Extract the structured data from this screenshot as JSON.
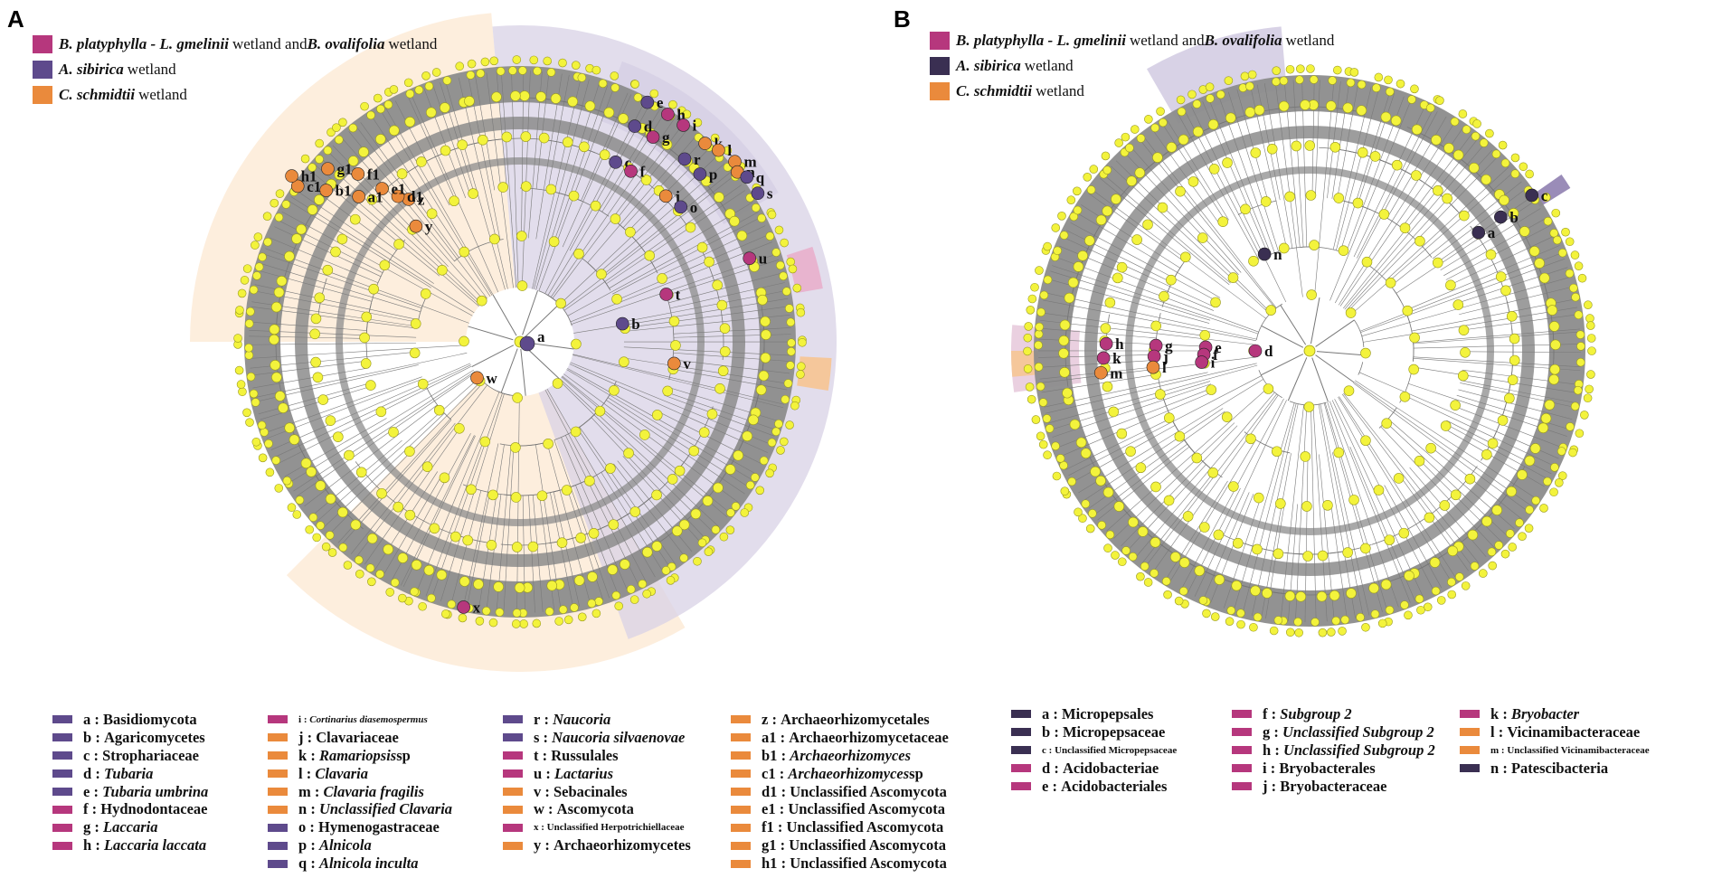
{
  "colors": {
    "magenta": "#b6377d",
    "purple": "#5e4a8c",
    "dark_navy": "#3a2f52",
    "orange": "#ea8a3c",
    "node_yellow": "#f3f33c",
    "branch_grey": "#8c8c8c",
    "orange_shade": "#fdeedd",
    "purple_shade": "#d8d2e6"
  },
  "panels": [
    {
      "id": "A",
      "letter": "A",
      "legend": [
        {
          "color": "#b6377d",
          "parts": [
            "B. platyphylla - L. gmelinii",
            " wetland and ",
            "B. ovalifolia",
            " wetland"
          ]
        },
        {
          "color": "#5e4a8c",
          "parts": [
            "A. sibirica",
            " wetland",
            "",
            ""
          ]
        },
        {
          "color": "#ea8a3c",
          "parts": [
            "C. schmidtii",
            " wetland",
            "",
            ""
          ]
        }
      ],
      "tree_labels": [
        {
          "t": "a",
          "c": "#5e4a8c"
        },
        {
          "t": "b",
          "c": "#5e4a8c"
        },
        {
          "t": "t",
          "c": "#b6377d"
        },
        {
          "t": "v",
          "c": "#ea8a3c"
        },
        {
          "t": "w",
          "c": "#ea8a3c"
        },
        {
          "t": "u",
          "c": "#b6377d"
        },
        {
          "t": "c",
          "c": "#5e4a8c"
        },
        {
          "t": "f",
          "c": "#b6377d"
        },
        {
          "t": "d",
          "c": "#5e4a8c"
        },
        {
          "t": "g",
          "c": "#b6377d"
        },
        {
          "t": "e",
          "c": "#5e4a8c"
        },
        {
          "t": "h",
          "c": "#b6377d"
        },
        {
          "t": "i",
          "c": "#b6377d"
        },
        {
          "t": "j",
          "c": "#ea8a3c"
        },
        {
          "t": "o",
          "c": "#5e4a8c"
        },
        {
          "t": "r",
          "c": "#5e4a8c"
        },
        {
          "t": "p",
          "c": "#5e4a8c"
        },
        {
          "t": "k",
          "c": "#ea8a3c"
        },
        {
          "t": "l",
          "c": "#ea8a3c"
        },
        {
          "t": "m",
          "c": "#ea8a3c"
        },
        {
          "t": "n",
          "c": "#ea8a3c"
        },
        {
          "t": "q",
          "c": "#5e4a8c"
        },
        {
          "t": "s",
          "c": "#5e4a8c"
        },
        {
          "t": "y",
          "c": "#ea8a3c"
        },
        {
          "t": "z",
          "c": "#ea8a3c"
        },
        {
          "t": "d1",
          "c": "#ea8a3c"
        },
        {
          "t": "e1",
          "c": "#ea8a3c"
        },
        {
          "t": "a1",
          "c": "#ea8a3c"
        },
        {
          "t": "f1",
          "c": "#ea8a3c"
        },
        {
          "t": "b1",
          "c": "#ea8a3c"
        },
        {
          "t": "g1",
          "c": "#ea8a3c"
        },
        {
          "t": "c1",
          "c": "#ea8a3c"
        },
        {
          "t": "h1",
          "c": "#ea8a3c"
        },
        {
          "t": "x",
          "c": "#b6377d"
        }
      ],
      "key": [
        [
          {
            "k": "a",
            "n": "Basidiomycota",
            "c": "#5e4a8c",
            "s": "normal"
          },
          {
            "k": "b",
            "n": "Agaricomycetes",
            "c": "#5e4a8c",
            "s": "normal"
          },
          {
            "k": "c",
            "n": "Strophariaceae",
            "c": "#5e4a8c",
            "s": "normal"
          },
          {
            "k": "d",
            "n": "Tubaria",
            "c": "#5e4a8c",
            "s": "italic"
          },
          {
            "k": "e",
            "n": "Tubaria umbrina",
            "c": "#5e4a8c",
            "s": "italic"
          },
          {
            "k": "f",
            "n": "Hydnodontaceae",
            "c": "#b6377d",
            "s": "normal"
          },
          {
            "k": "g",
            "n": "Laccaria",
            "c": "#b6377d",
            "s": "italic"
          },
          {
            "k": "h",
            "n": "Laccaria laccata",
            "c": "#b6377d",
            "s": "italic"
          }
        ],
        [
          {
            "k": "i",
            "n": "Cortinarius diasemospermus",
            "c": "#b6377d",
            "s": "small-italic"
          },
          {
            "k": "j",
            "n": "Clavariaceae",
            "c": "#ea8a3c",
            "s": "normal"
          },
          {
            "k": "k",
            "n": "Ramariopsis",
            "c": "#ea8a3c",
            "s": "italic",
            "tail": " sp"
          },
          {
            "k": "l",
            "n": "Clavaria",
            "c": "#ea8a3c",
            "s": "italic"
          },
          {
            "k": "m",
            "n": "Clavaria fragilis",
            "c": "#ea8a3c",
            "s": "italic"
          },
          {
            "k": "n",
            "n": "Unclassified Clavaria",
            "c": "#ea8a3c",
            "s": "italic"
          },
          {
            "k": "o",
            "n": "Hymenogastraceae",
            "c": "#5e4a8c",
            "s": "normal"
          },
          {
            "k": "p",
            "n": "Alnicola",
            "c": "#5e4a8c",
            "s": "italic"
          },
          {
            "k": "q",
            "n": "Alnicola inculta",
            "c": "#5e4a8c",
            "s": "italic"
          }
        ],
        [
          {
            "k": "r",
            "n": "Naucoria",
            "c": "#5e4a8c",
            "s": "italic"
          },
          {
            "k": "s",
            "n": "Naucoria silvaenovae",
            "c": "#5e4a8c",
            "s": "italic"
          },
          {
            "k": "t",
            "n": "Russulales",
            "c": "#b6377d",
            "s": "normal"
          },
          {
            "k": "u",
            "n": "Lactarius",
            "c": "#b6377d",
            "s": "italic"
          },
          {
            "k": "v",
            "n": "Sebacinales",
            "c": "#ea8a3c",
            "s": "normal"
          },
          {
            "k": "w",
            "n": "Ascomycota",
            "c": "#ea8a3c",
            "s": "normal"
          },
          {
            "k": "x",
            "n": "Unclassified Herpotrichiellaceae",
            "c": "#b6377d",
            "s": "small"
          },
          {
            "k": "y",
            "n": "Archaeorhizomycetes",
            "c": "#ea8a3c",
            "s": "normal"
          }
        ],
        [
          {
            "k": "z",
            "n": "Archaeorhizomycetales",
            "c": "#ea8a3c",
            "s": "normal"
          },
          {
            "k": "a1",
            "n": "Archaeorhizomycetaceae",
            "c": "#ea8a3c",
            "s": "normal"
          },
          {
            "k": "b1",
            "n": "Archaeorhizomyces",
            "c": "#ea8a3c",
            "s": "italic"
          },
          {
            "k": "c1",
            "n": "Archaeorhizomyces",
            "c": "#ea8a3c",
            "s": "italic",
            "tail": " sp"
          },
          {
            "k": "d1",
            "n": "Unclassified Ascomycota",
            "c": "#ea8a3c",
            "s": "normal"
          },
          {
            "k": "e1",
            "n": "Unclassified Ascomycota",
            "c": "#ea8a3c",
            "s": "normal"
          },
          {
            "k": "f1",
            "n": "Unclassified Ascomycota",
            "c": "#ea8a3c",
            "s": "normal"
          },
          {
            "k": "g1",
            "n": "Unclassified Ascomycota",
            "c": "#ea8a3c",
            "s": "normal"
          },
          {
            "k": "h1",
            "n": "Unclassified Ascomycota",
            "c": "#ea8a3c",
            "s": "normal"
          }
        ]
      ]
    },
    {
      "id": "B",
      "letter": "B",
      "legend": [
        {
          "color": "#b6377d",
          "parts": [
            "B. platyphylla - L. gmelinii",
            " wetland and ",
            "B. ovalifolia",
            " wetland"
          ]
        },
        {
          "color": "#3a2f52",
          "parts": [
            "A. sibirica",
            " wetland",
            "",
            ""
          ]
        },
        {
          "color": "#ea8a3c",
          "parts": [
            "C. schmidtii",
            " wetland",
            "",
            ""
          ]
        }
      ],
      "tree_labels": [
        {
          "t": "a",
          "c": "#3a2f52"
        },
        {
          "t": "b",
          "c": "#3a2f52"
        },
        {
          "t": "c",
          "c": "#3a2f52"
        },
        {
          "t": "n",
          "c": "#3a2f52"
        },
        {
          "t": "d",
          "c": "#b6377d"
        },
        {
          "t": "e",
          "c": "#b6377d"
        },
        {
          "t": "f",
          "c": "#b6377d"
        },
        {
          "t": "i",
          "c": "#b6377d"
        },
        {
          "t": "g",
          "c": "#b6377d"
        },
        {
          "t": "j",
          "c": "#b6377d"
        },
        {
          "t": "l",
          "c": "#ea8a3c"
        },
        {
          "t": "h",
          "c": "#b6377d"
        },
        {
          "t": "k",
          "c": "#b6377d"
        },
        {
          "t": "m",
          "c": "#ea8a3c"
        }
      ],
      "key": [
        [
          {
            "k": "a",
            "n": "Micropepsales",
            "c": "#3a2f52",
            "s": "normal"
          },
          {
            "k": "b",
            "n": "Micropepsaceae",
            "c": "#3a2f52",
            "s": "normal"
          },
          {
            "k": "c",
            "n": "Unclassified Micropepsaceae",
            "c": "#3a2f52",
            "s": "small"
          },
          {
            "k": "d",
            "n": "Acidobacteriae",
            "c": "#b6377d",
            "s": "normal"
          },
          {
            "k": "e",
            "n": "Acidobacteriales",
            "c": "#b6377d",
            "s": "normal"
          }
        ],
        [
          {
            "k": "f",
            "n": "Subgroup 2",
            "c": "#b6377d",
            "s": "italic"
          },
          {
            "k": "g",
            "n": "Unclassified Subgroup 2",
            "c": "#b6377d",
            "s": "italic"
          },
          {
            "k": "h",
            "n": "Unclassified Subgroup 2",
            "c": "#b6377d",
            "s": "italic"
          },
          {
            "k": "i",
            "n": "Bryobacterales",
            "c": "#b6377d",
            "s": "normal"
          },
          {
            "k": "j",
            "n": "Bryobacteraceae",
            "c": "#b6377d",
            "s": "normal"
          }
        ],
        [
          {
            "k": "k",
            "n": "Bryobacter",
            "c": "#b6377d",
            "s": "italic"
          },
          {
            "k": "l",
            "n": "Vicinamibacteraceae",
            "c": "#ea8a3c",
            "s": "normal"
          },
          {
            "k": "m",
            "n": "Unclassified Vicinamibacteraceae",
            "c": "#ea8a3c",
            "s": "small"
          },
          {
            "k": "n",
            "n": "Patescibacteria",
            "c": "#3a2f52",
            "s": "normal"
          }
        ]
      ]
    }
  ]
}
